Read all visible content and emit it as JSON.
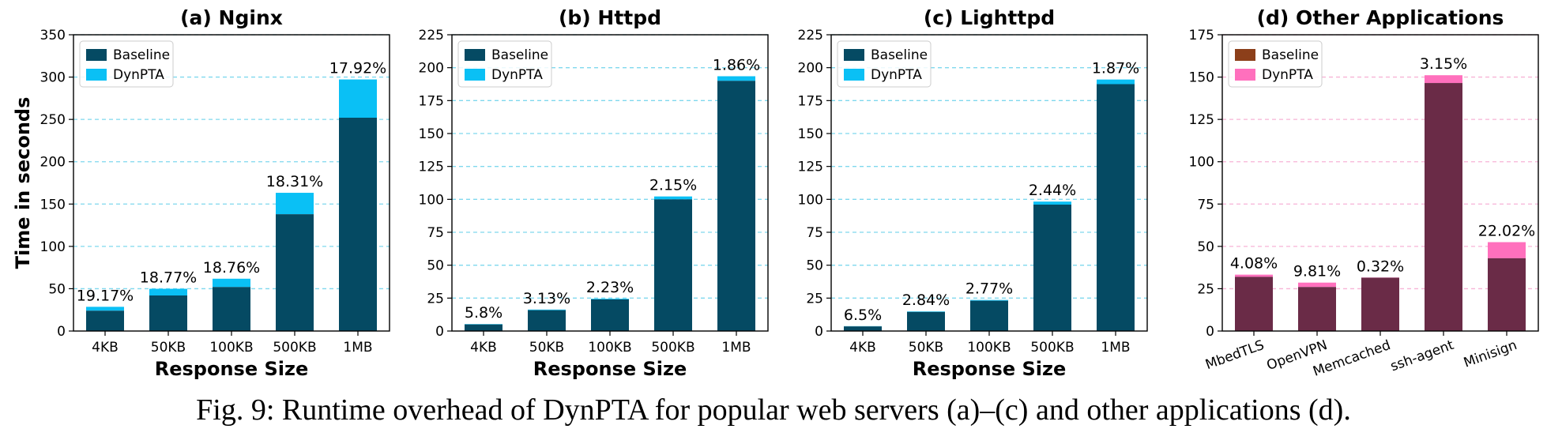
{
  "caption": "Fig. 9: Runtime overhead of DynPTA for popular web servers (a)–(c) and other applications (d).",
  "shared_ylabel": "Time in seconds",
  "colors": {
    "web_baseline": "#054a63",
    "web_dynpta": "#0ac0f5",
    "web_grid": "#7fd8ee",
    "other_baseline": "#6a2b47",
    "other_dynpta": "#ff70bd",
    "other_grid": "#f7b3d6",
    "other_legend_baseline": "#8c3f1a"
  },
  "chart_data": [
    {
      "type": "bar",
      "stacked": true,
      "title": "(a) Nginx",
      "xlabel": "Response Size",
      "ylabel": "Time in seconds",
      "categories": [
        "4KB",
        "50KB",
        "100KB",
        "500KB",
        "1MB"
      ],
      "series": [
        {
          "name": "Baseline",
          "values": [
            24,
            42,
            52,
            138,
            252
          ]
        },
        {
          "name": "DynPTA",
          "values": [
            4.6,
            7.9,
            9.8,
            25.3,
            45.2
          ]
        }
      ],
      "totals": [
        28.6,
        49.9,
        61.8,
        163.3,
        297.2
      ],
      "data_labels": [
        "19.17%",
        "18.77%",
        "18.76%",
        "18.31%",
        "17.92%"
      ],
      "ylim": [
        0,
        350
      ],
      "yticks": [
        0,
        50,
        100,
        150,
        200,
        250,
        300,
        350
      ],
      "grid": true,
      "legend": "top-left"
    },
    {
      "type": "bar",
      "stacked": true,
      "title": "(b) Httpd",
      "xlabel": "Response Size",
      "categories": [
        "4KB",
        "50KB",
        "100KB",
        "500KB",
        "1MB"
      ],
      "series": [
        {
          "name": "Baseline",
          "values": [
            5,
            15.8,
            24,
            100,
            190
          ]
        },
        {
          "name": "DynPTA",
          "values": [
            0.3,
            0.5,
            0.5,
            2.2,
            3.5
          ]
        }
      ],
      "totals": [
        5.3,
        16.3,
        24.5,
        102.2,
        193.5
      ],
      "data_labels": [
        "5.8%",
        "3.13%",
        "2.23%",
        "2.15%",
        "1.86%"
      ],
      "ylim": [
        0,
        225
      ],
      "yticks": [
        0,
        25,
        50,
        75,
        100,
        125,
        150,
        175,
        200,
        225
      ],
      "grid": true,
      "legend": "top-left"
    },
    {
      "type": "bar",
      "stacked": true,
      "title": "(c) Lighttpd",
      "xlabel": "Response Size",
      "categories": [
        "4KB",
        "50KB",
        "100KB",
        "500KB",
        "1MB"
      ],
      "series": [
        {
          "name": "Baseline",
          "values": [
            3.5,
            14.5,
            23,
            96,
            187.5
          ]
        },
        {
          "name": "DynPTA",
          "values": [
            0.2,
            0.4,
            0.6,
            2.3,
            3.5
          ]
        }
      ],
      "totals": [
        3.7,
        14.9,
        23.6,
        98.3,
        191.0
      ],
      "data_labels": [
        "6.5%",
        "2.84%",
        "2.77%",
        "2.44%",
        "1.87%"
      ],
      "ylim": [
        0,
        225
      ],
      "yticks": [
        0,
        25,
        50,
        75,
        100,
        125,
        150,
        175,
        200,
        225
      ],
      "grid": true,
      "legend": "top-left"
    },
    {
      "type": "bar",
      "stacked": true,
      "title": "(d) Other Applications",
      "xlabel": "",
      "categories": [
        "MbedTLS",
        "OpenVPN",
        "Memcached",
        "ssh-agent",
        "Minisign"
      ],
      "series": [
        {
          "name": "Baseline",
          "values": [
            32,
            26,
            31.5,
            146.5,
            43
          ]
        },
        {
          "name": "DynPTA",
          "values": [
            1.3,
            2.6,
            0.1,
            4.6,
            9.5
          ]
        }
      ],
      "totals": [
        33.3,
        28.6,
        31.6,
        151.1,
        52.5
      ],
      "data_labels": [
        "4.08%",
        "9.81%",
        "0.32%",
        "3.15%",
        "22.02%"
      ],
      "ylim": [
        0,
        175
      ],
      "yticks": [
        0,
        25,
        50,
        75,
        100,
        125,
        150,
        175
      ],
      "grid": true,
      "legend": "top-left",
      "rotated_xticks": true
    }
  ]
}
